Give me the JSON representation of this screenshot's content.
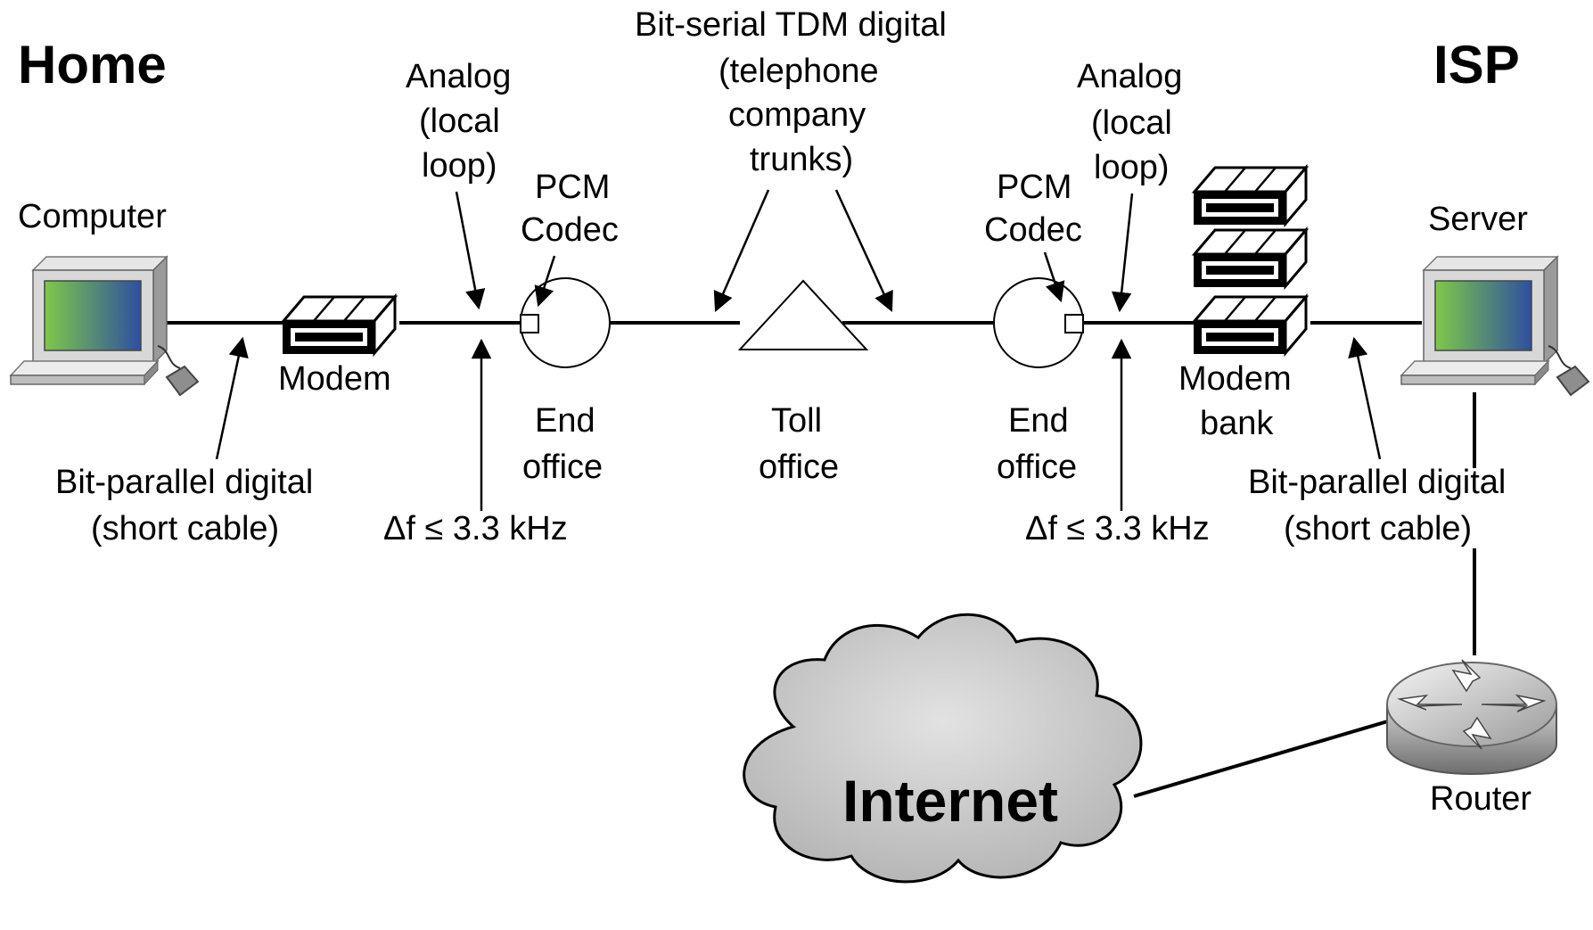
{
  "headings": {
    "home": "Home",
    "isp": "ISP"
  },
  "labels": {
    "computer": "Computer",
    "server": "Server",
    "modem": "Modem",
    "modem_bank_1": "Modem",
    "modem_bank_2": "bank",
    "bit_serial_1": "Bit-serial TDM digital",
    "bit_serial_2": "(telephone",
    "bit_serial_3": "company",
    "bit_serial_4": "trunks)",
    "analog_left_1": "Analog",
    "analog_left_2": "(local",
    "analog_left_3": "loop)",
    "analog_right_1": "Analog",
    "analog_right_2": "(local",
    "analog_right_3": "loop)",
    "pcm_left_1": "PCM",
    "pcm_left_2": "Codec",
    "pcm_right_1": "PCM",
    "pcm_right_2": "Codec",
    "end_office_left_1": "End",
    "end_office_left_2": "office",
    "end_office_right_1": "End",
    "end_office_right_2": "office",
    "toll_office_1": "Toll",
    "toll_office_2": "office",
    "bit_parallel_left_1": "Bit-parallel digital",
    "bit_parallel_left_2": "(short cable)",
    "bit_parallel_right_1": "Bit-parallel digital",
    "bit_parallel_right_2": "(short cable)",
    "bandwidth_left": "Δf ≤ 3.3 kHz",
    "bandwidth_right": "Δf ≤ 3.3 kHz",
    "internet": "Internet",
    "router": "Router"
  },
  "icons": {
    "computer": "computer-icon",
    "server": "computer-icon",
    "modem": "modem-icon",
    "modem_bank": "modem-icon",
    "end_office": "circle-office-icon",
    "toll_office": "triangle-office-icon",
    "internet": "cloud-icon",
    "router": "router-icon"
  },
  "colors": {
    "line": "#000000",
    "cloud": "#c8c8c8",
    "screen_start": "#7ec84a",
    "screen_end": "#2e4fa0",
    "device_body": "#d4d4d4"
  }
}
